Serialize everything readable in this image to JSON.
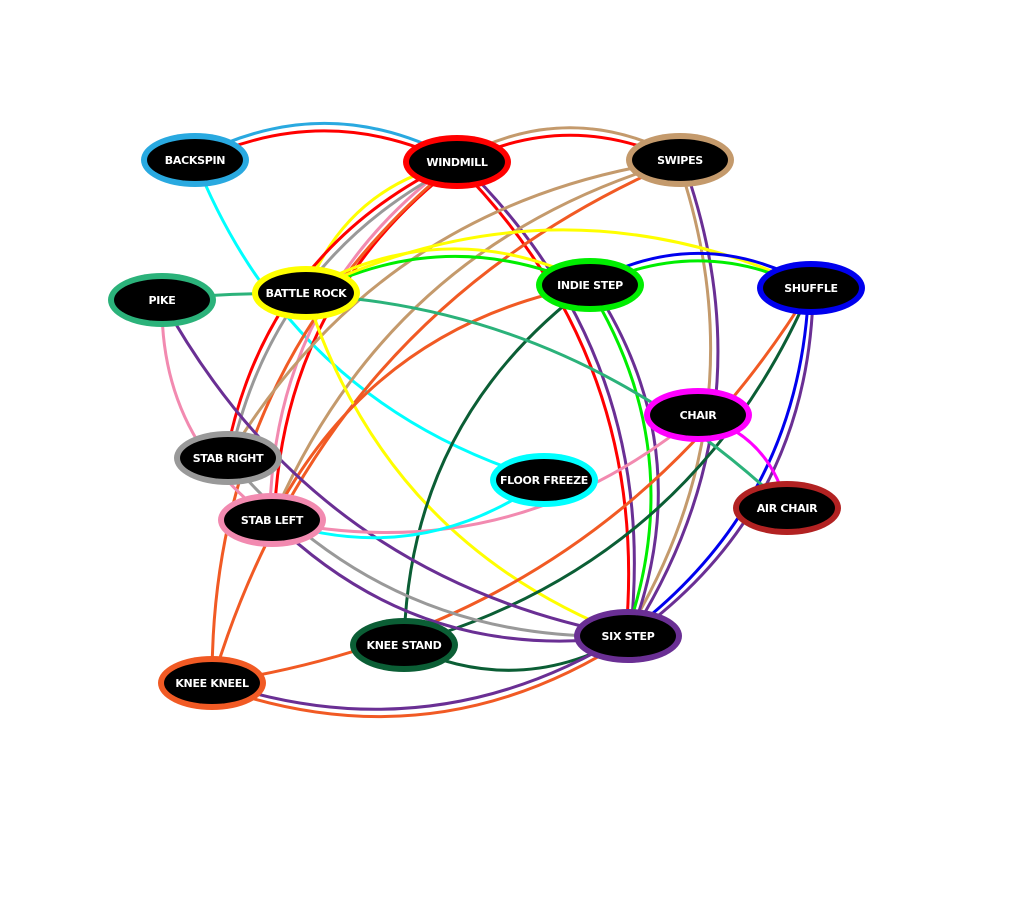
{
  "nodes": [
    {
      "id": "backspin",
      "label": "BACKSPIN",
      "color": "#29a9e0"
    },
    {
      "id": "windmill",
      "label": "WINDMILL",
      "color": "#ff0000"
    },
    {
      "id": "swipes",
      "label": "SWIPES",
      "color": "#c49a6c"
    },
    {
      "id": "pike",
      "label": "PIKE",
      "color": "#2bb27a"
    },
    {
      "id": "battle-rock",
      "label": "BATTLE ROCK",
      "color": "#ffff00"
    },
    {
      "id": "indie-step",
      "label": "INDIE STEP",
      "color": "#00ee00"
    },
    {
      "id": "shuffle",
      "label": "SHUFFLE",
      "color": "#0000ee"
    },
    {
      "id": "chair",
      "label": "CHAIR",
      "color": "#ff00ff"
    },
    {
      "id": "stab-right",
      "label": "STAB RIGHT",
      "color": "#999999"
    },
    {
      "id": "floor-freeze",
      "label": "FLOOR FREEZE",
      "color": "#00ffff"
    },
    {
      "id": "air-chair",
      "label": "AIR CHAIR",
      "color": "#b22222"
    },
    {
      "id": "stab-left",
      "label": "STAB LEFT",
      "color": "#f28ab0"
    },
    {
      "id": "knee-stand",
      "label": "KNEE STAND",
      "color": "#0b5e35"
    },
    {
      "id": "six-step",
      "label": "SIX STEP",
      "color": "#6a2f94"
    },
    {
      "id": "knee-kneel",
      "label": "KNEE KNEEL",
      "color": "#f15a24"
    }
  ],
  "edges": [
    {
      "from": "backspin",
      "to": "windmill",
      "color": "#ff0000"
    },
    {
      "from": "backspin",
      "to": "windmill",
      "color": "#29a9e0"
    },
    {
      "from": "backspin",
      "to": "floor-freeze",
      "color": "#00ffff"
    },
    {
      "from": "windmill",
      "to": "swipes",
      "color": "#ff0000"
    },
    {
      "from": "windmill",
      "to": "swipes",
      "color": "#c49a6c"
    },
    {
      "from": "windmill",
      "to": "battle-rock",
      "color": "#ffff00"
    },
    {
      "from": "windmill",
      "to": "stab-left",
      "color": "#ff0000"
    },
    {
      "from": "windmill",
      "to": "stab-left",
      "color": "#f28ab0"
    },
    {
      "from": "windmill",
      "to": "stab-right",
      "color": "#999999"
    },
    {
      "from": "windmill",
      "to": "stab-right",
      "color": "#ff0000"
    },
    {
      "from": "windmill",
      "to": "knee-kneel",
      "color": "#f15a24"
    },
    {
      "from": "windmill",
      "to": "six-step",
      "color": "#ff0000"
    },
    {
      "from": "windmill",
      "to": "six-step",
      "color": "#6a2f94"
    },
    {
      "from": "swipes",
      "to": "stab-right",
      "color": "#c49a6c"
    },
    {
      "from": "swipes",
      "to": "stab-left",
      "color": "#c49a6c"
    },
    {
      "from": "swipes",
      "to": "six-step",
      "color": "#c49a6c"
    },
    {
      "from": "swipes",
      "to": "six-step",
      "color": "#6a2f94"
    },
    {
      "from": "swipes",
      "to": "knee-kneel",
      "color": "#f15a24"
    },
    {
      "from": "battle-rock",
      "to": "indie-step",
      "color": "#00ee00"
    },
    {
      "from": "battle-rock",
      "to": "indie-step",
      "color": "#ffff00"
    },
    {
      "from": "battle-rock",
      "to": "shuffle",
      "color": "#ffff00"
    },
    {
      "from": "battle-rock",
      "to": "six-step",
      "color": "#ffff00"
    },
    {
      "from": "indie-step",
      "to": "shuffle",
      "color": "#00ee00"
    },
    {
      "from": "indie-step",
      "to": "shuffle",
      "color": "#0000ee"
    },
    {
      "from": "indie-step",
      "to": "six-step",
      "color": "#00ee00"
    },
    {
      "from": "indie-step",
      "to": "six-step",
      "color": "#6a2f94"
    },
    {
      "from": "indie-step",
      "to": "knee-stand",
      "color": "#0b5e35"
    },
    {
      "from": "indie-step",
      "to": "stab-left",
      "color": "#f15a24"
    },
    {
      "from": "shuffle",
      "to": "six-step",
      "color": "#0000ee"
    },
    {
      "from": "shuffle",
      "to": "six-step",
      "color": "#6a2f94"
    },
    {
      "from": "shuffle",
      "to": "knee-stand",
      "color": "#0b5e35"
    },
    {
      "from": "shuffle",
      "to": "knee-kneel",
      "color": "#f15a24"
    },
    {
      "from": "pike",
      "to": "stab-left",
      "color": "#f28ab0"
    },
    {
      "from": "pike",
      "to": "air-chair",
      "color": "#2bb27a"
    },
    {
      "from": "pike",
      "to": "six-step",
      "color": "#6a2f94"
    },
    {
      "from": "chair",
      "to": "air-chair",
      "color": "#ff00ff"
    },
    {
      "from": "chair",
      "to": "stab-left",
      "color": "#f28ab0"
    },
    {
      "from": "floor-freeze",
      "to": "stab-left",
      "color": "#00ffff"
    },
    {
      "from": "stab-left",
      "to": "six-step",
      "color": "#6a2f94"
    },
    {
      "from": "stab-right",
      "to": "six-step",
      "color": "#999999"
    },
    {
      "from": "knee-stand",
      "to": "six-step",
      "color": "#0b5e35"
    },
    {
      "from": "knee-kneel",
      "to": "six-step",
      "color": "#6a2f94"
    },
    {
      "from": "knee-kneel",
      "to": "six-step",
      "color": "#f15a24"
    }
  ]
}
